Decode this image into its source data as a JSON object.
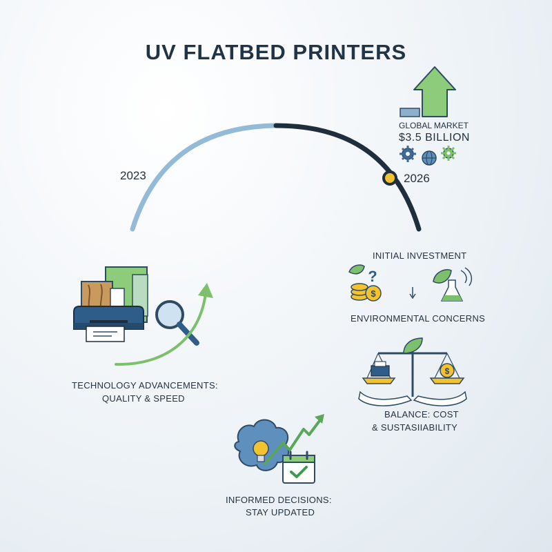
{
  "title": "UV FLATBED PRINTERS",
  "timeline": {
    "start_year": "2023",
    "end_year": "2026"
  },
  "market": {
    "label": "GLOBAL MARKET",
    "value": "$3.5 BILLION"
  },
  "factors": {
    "technology_line1": "TECHNOLOGY ADVANCEMENTS:",
    "technology_line2": "QUALITY & SPEED",
    "investment": "INITIAL INVESTMENT",
    "environment": "ENVIRONMENTAL CONCERNS",
    "balance_line1": "BALANCE: COST",
    "balance_line2": "& SUSTASIIABILITY",
    "decisions_line1": "INFORMED DECISIONS:",
    "decisions_line2": "STAY UPDATED"
  },
  "icons": {
    "printer": "printer-icon",
    "magnifier": "magnifier-icon",
    "growth_arrow": "growth-arrow-icon",
    "coins": "coins-icon",
    "question": "question-icon",
    "down_arrow": "down-arrow-icon",
    "leaf_flask": "leaf-flask-icon",
    "balance_scale": "balance-scale-icon",
    "brain_bulb": "brain-lightbulb-icon",
    "calendar_check": "calendar-check-icon",
    "trend_arrow": "trend-arrow-icon",
    "gears_globe": "gears-globe-icon"
  },
  "colors": {
    "arc_past": "#93bad6",
    "arc_future": "#1e2e3c",
    "marker": "#f2c230",
    "green": "#7cc06c",
    "navy": "#2f4a63",
    "title": "#203446"
  }
}
